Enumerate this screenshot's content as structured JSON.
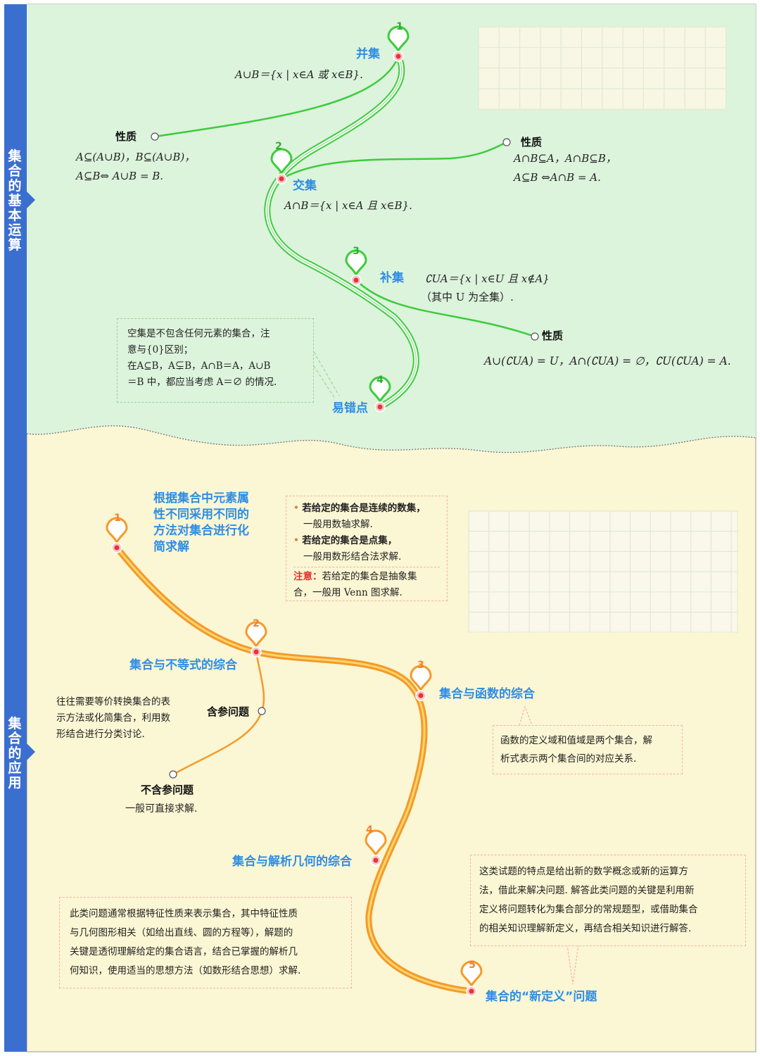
{
  "section1": {
    "side_label": "集合的基本运算",
    "union": {
      "num": "1",
      "title": "并集",
      "formula": "A∪B＝{x | x∈A 或 x∈B}.",
      "prop_title": "性质",
      "prop_line1": "A⊆(A∪B)，B⊆(A∪B)，",
      "prop_line2": "A⊆B⇔ A∪B = B."
    },
    "intersection": {
      "num": "2",
      "title": "交集",
      "formula": "A∩B＝{x | x∈A 且 x∈B}.",
      "prop_title": "性质",
      "prop_line1": "A∩B⊆A，A∩B⊆B，",
      "prop_line2": "A⊆B ⇔A∩B = A."
    },
    "complement": {
      "num": "3",
      "title": "补集",
      "formula": "∁UA＝{x | x∈U 且 x∉A}",
      "formula_note": "（其中 U 为全集）.",
      "prop_title": "性质",
      "prop_line1": "A∪(∁UA) = U，A∩(∁UA) = ∅，∁U(∁UA) = A."
    },
    "pitfall": {
      "num": "4",
      "title": "易错点",
      "box_lines": [
        "空集是不包含任何元素的集合，注",
        "意与{0}区别；",
        "在A⊆B，A⊊B，A∩B＝A，A∪B",
        "＝B 中，都应当考虑 A＝∅ 的情况."
      ]
    }
  },
  "section2": {
    "side_label": "集合的应用",
    "m1": {
      "num": "1",
      "title_lines": [
        "根据集合中元素属",
        "性不同采用不同的",
        "方法对集合进行化",
        "简求解"
      ],
      "box_bullet1": "若给定的集合是连续的数集，",
      "box_bullet1_sub": "一般用数轴求解.",
      "box_bullet2": "若给定的集合是点集，",
      "box_bullet2_sub": "一般用数形结合法求解.",
      "box_note_label": "注意：",
      "box_note_text": "若给定的集合是抽象集",
      "box_note_text2": "合，一般用 Venn 图求解."
    },
    "m2": {
      "num": "2",
      "title": "集合与不等式的综合",
      "param_title": "含参问题",
      "param_lines": [
        "往往需要等价转换集合的表",
        "示方法或化简集合，利用数",
        "形结合进行分类讨论."
      ],
      "noparam_title": "不含参问题",
      "noparam_text": "一般可直接求解."
    },
    "m3": {
      "num": "3",
      "title": "集合与函数的综合",
      "box_lines": [
        "函数的定义域和值域是两个集合，解",
        "析式表示两个集合间的对应关系."
      ]
    },
    "m4": {
      "num": "4",
      "title": "集合与解析几何的综合",
      "box_lines": [
        "此类问题通常根据特征性质来表示集合，其中特征性质",
        "与几何图形相关（如给出直线、圆的方程等），解题的",
        "关键是透彻理解给定的集合语言，结合已掌握的解析几",
        "何知识，使用适当的思想方法（如数形结合思想）求解."
      ]
    },
    "m5": {
      "num": "5",
      "title": "集合的“新定义”问题",
      "box_lines": [
        "这类试题的特点是给出新的数学概念或新的运算方",
        "法，借此来解决问题. 解答此类问题的关键是利用新",
        "定义将问题转化为集合部分的常规题型，或借助集合",
        "的相关知识理解新定义，再结合相关知识进行解答."
      ]
    }
  },
  "colors": {
    "top_bg": "#dcf3dc",
    "bottom_bg": "#fbf6d3",
    "side_bar": "#3b6fcf",
    "green_line": "#3ccc3c",
    "orange_line": "#f39a2a",
    "title_blue": "#2f8de4",
    "marker_red": "#e8333a"
  }
}
